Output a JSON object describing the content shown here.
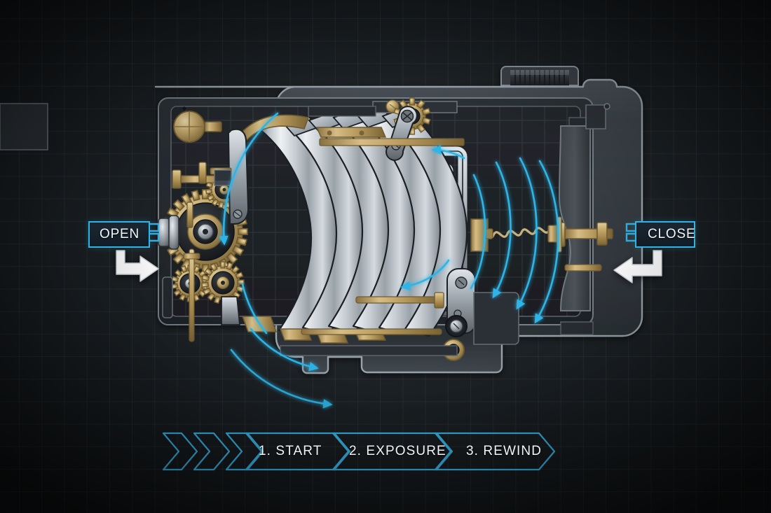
{
  "diagram": {
    "title": "Camera shutter mechanism cutaway",
    "subject": "35mm film camera internal shutter and film transport mechanism"
  },
  "theme": {
    "background": "#171b1f",
    "grid_line": "#96a8b2",
    "accent_cyan": "#2fb4e6",
    "arrow_white": "#ffffff",
    "brass": "#b79a5e",
    "brass_light": "#d8c08a",
    "brass_dark": "#7d6636",
    "steel_light": "#e2e6ea",
    "steel_mid": "#9aa2aa",
    "steel_dark": "#4d545b",
    "body_dark": "#31363c",
    "body_darker": "#22262b",
    "label_fill": "#16202a",
    "label_text": "#f2f6f8"
  },
  "callouts": [
    {
      "id": "open",
      "label": "OPEN",
      "direction": "right"
    },
    {
      "id": "close",
      "label": "CLOSE",
      "direction": "left"
    }
  ],
  "steps": {
    "leading_chevrons": 3,
    "items": [
      {
        "index": "1",
        "label": "1. START"
      },
      {
        "index": "2",
        "label": "2. EXPOSURE"
      },
      {
        "index": "3",
        "label": "3. REWIND"
      }
    ]
  },
  "motion_arcs": {
    "count": 8,
    "color": "#2fb4e6",
    "description": "curved rotation indicator arrows around shutter drum"
  },
  "components": [
    {
      "name": "shutter-blade-stack",
      "count": 6,
      "material": "steel"
    },
    {
      "name": "main-drive-gear",
      "material": "brass"
    },
    {
      "name": "secondary-gear",
      "material": "brass"
    },
    {
      "name": "idler-gear",
      "material": "brass"
    },
    {
      "name": "escapement-gear",
      "material": "brass"
    },
    {
      "name": "sprocket-gear",
      "material": "brass"
    },
    {
      "name": "film-gate-window",
      "material": "steel"
    },
    {
      "name": "tension-spring",
      "material": "brass"
    },
    {
      "name": "release-plunger",
      "material": "brass"
    },
    {
      "name": "winding-knob",
      "material": "brass"
    },
    {
      "name": "top-dial",
      "material": "dark-metal"
    },
    {
      "name": "linkage-arm",
      "material": "steel"
    },
    {
      "name": "camera-body-shell",
      "material": "dark-metal"
    }
  ]
}
